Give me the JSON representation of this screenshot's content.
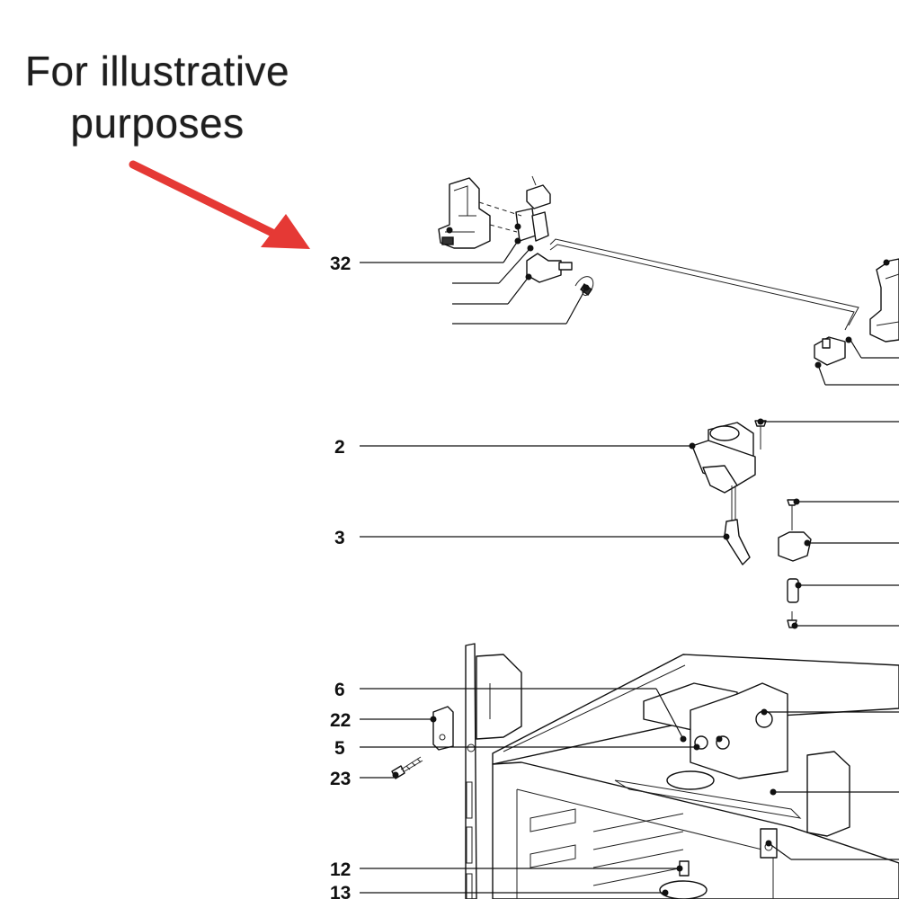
{
  "caption": {
    "line1": "For illustrative",
    "line2": "purposes"
  },
  "colors": {
    "arrow": "#e53935",
    "ink": "#111111",
    "background": "#ffffff"
  },
  "callouts": {
    "c32": "32",
    "c2": "2",
    "c3": "3",
    "c6": "6",
    "c22": "22",
    "c5": "5",
    "c23": "23",
    "c12": "12",
    "c13": "13"
  }
}
